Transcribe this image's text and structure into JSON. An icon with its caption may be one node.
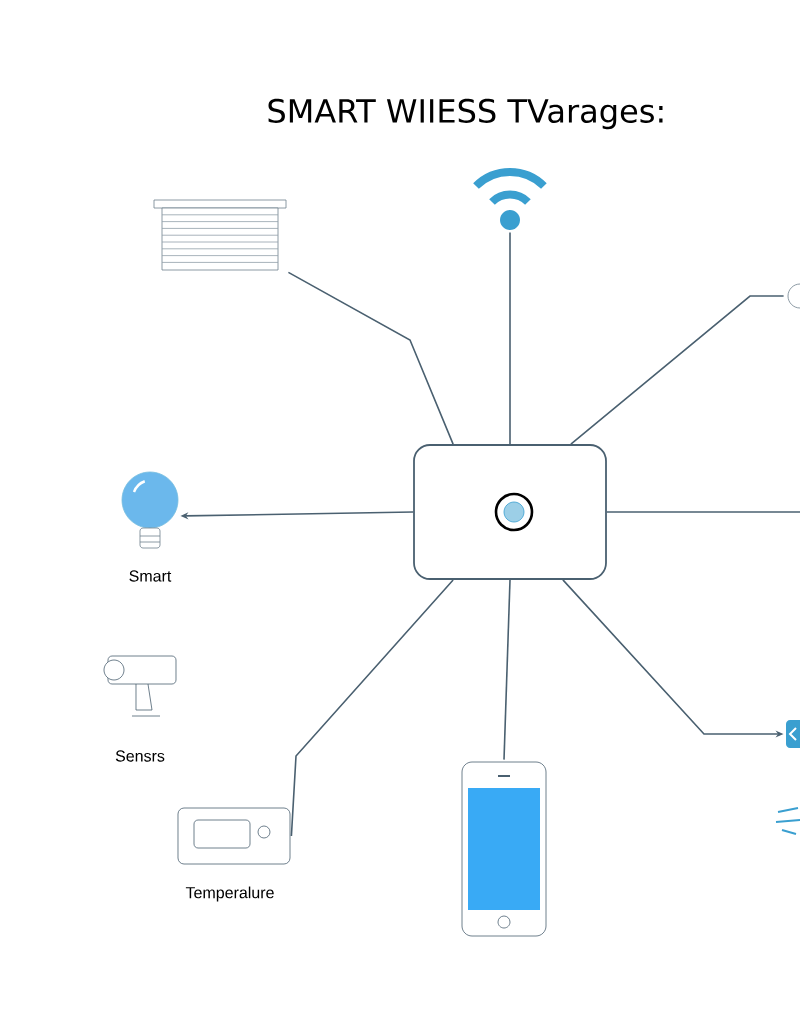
{
  "diagram": {
    "title": "SMART WIIESS TVarages:",
    "nodes": [
      {
        "text": [],
        "shape": "picture"
      },
      {
        "text": [],
        "shape": "picture"
      },
      {
        "text": [],
        "shape": "picture"
      },
      {
        "text": [],
        "shape": "box"
      },
      {
        "text": [],
        "shape": "picture",
        "beside": [
          "Smart"
        ]
      },
      {
        "text": [],
        "shape": "picture",
        "beside": [
          "Sensrs"
        ]
      },
      {
        "text": [],
        "shape": "picture",
        "beside": [
          "Temperalure"
        ]
      },
      {
        "text": [],
        "shape": "picture"
      },
      {
        "text": [],
        "shape": "picture"
      },
      {
        "text": [],
        "shape": "picture"
      }
    ],
    "edges": [
      {
        "from": 3,
        "to": 0,
        "arrow": "none"
      },
      {
        "from": 3,
        "to": 1,
        "arrow": "none"
      },
      {
        "from": 3,
        "to": 2,
        "arrow": "none"
      },
      {
        "from": 3,
        "to": 4,
        "arrow": "to"
      },
      {
        "from": 3,
        "to": null,
        "arrow": "none"
      },
      {
        "from": 3,
        "to": 6,
        "arrow": "none"
      },
      {
        "from": 3,
        "to": 7,
        "arrow": "none"
      },
      {
        "from": 3,
        "to": 8,
        "arrow": "to"
      }
    ]
  }
}
